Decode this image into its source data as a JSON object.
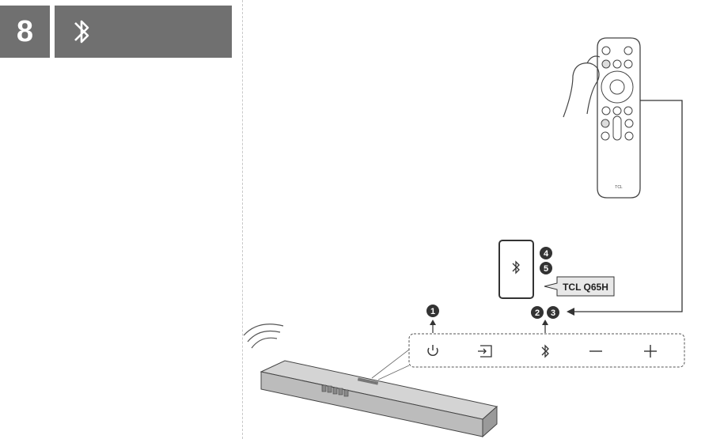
{
  "header": {
    "step_number": "8"
  },
  "phone": {
    "device_name": "TCL Q65H"
  },
  "remote": {
    "brand": "TCL"
  },
  "steps": [
    "1",
    "2",
    "3",
    "4",
    "5"
  ]
}
